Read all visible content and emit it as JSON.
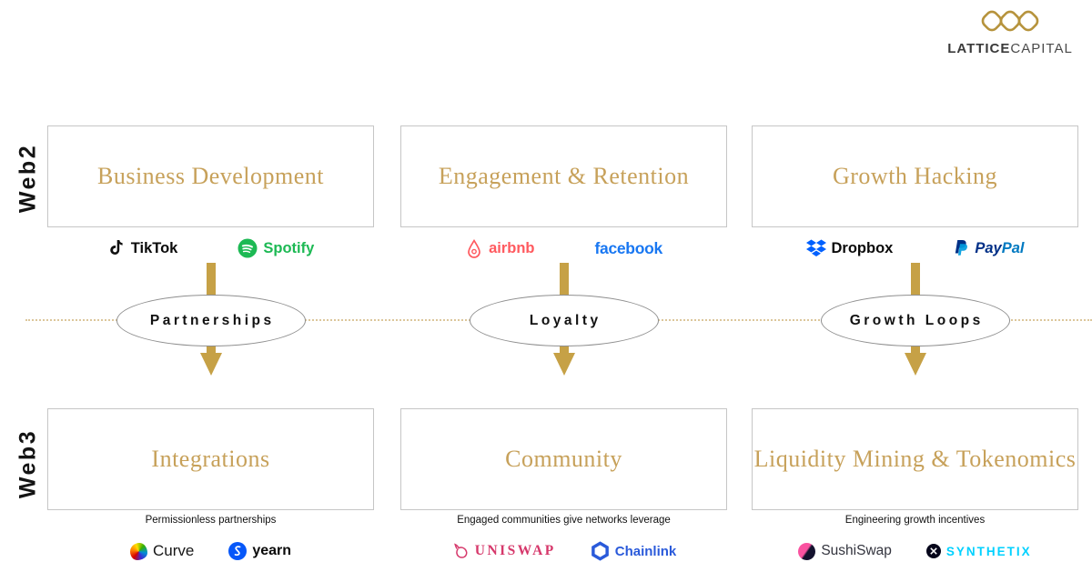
{
  "brand": {
    "name_bold": "LATTICE",
    "name_light": "CAPITAL"
  },
  "rails": {
    "web2": "Web2",
    "web3": "Web3"
  },
  "columns": [
    {
      "web2_title": "Business Development",
      "bridge": "Partnerships",
      "web3_title": "Integrations",
      "caption": "Permissionless partnerships"
    },
    {
      "web2_title": "Engagement & Retention",
      "bridge": "Loyalty",
      "web3_title": "Community",
      "caption": "Engaged communities give networks leverage"
    },
    {
      "web2_title": "Growth Hacking",
      "bridge": "Growth Loops",
      "web3_title": "Liquidity Mining & Tokenomics",
      "caption": "Engineering growth incentives"
    }
  ],
  "logos": {
    "tiktok": "TikTok",
    "spotify": "Spotify",
    "airbnb": "airbnb",
    "facebook": "facebook",
    "dropbox": "Dropbox",
    "paypal_pay": "Pay",
    "paypal_pal": "Pal",
    "curve": "Curve",
    "yearn": "yearn",
    "uniswap": "UNISWAP",
    "chainlink": "Chainlink",
    "sushiswap": "SushiSwap",
    "synthetix": "SYNTHETIX"
  },
  "colors": {
    "gold_title": "#c7a15a",
    "gold_arrow": "#c6a146",
    "gold_dotted": "#dcc69b",
    "brand_gold": "#b6933c",
    "spotify_green": "#1db954",
    "airbnb_red": "#ff5a5f",
    "facebook_blue": "#1877f2",
    "dropbox_blue": "#0061ff",
    "paypal_navy": "#003087",
    "paypal_blue": "#0079c1",
    "yearn_blue": "#0657f9",
    "uniswap_pink": "#d6386b",
    "chainlink_blue": "#2a5ada",
    "synthetix_cyan": "#00d1ff"
  }
}
